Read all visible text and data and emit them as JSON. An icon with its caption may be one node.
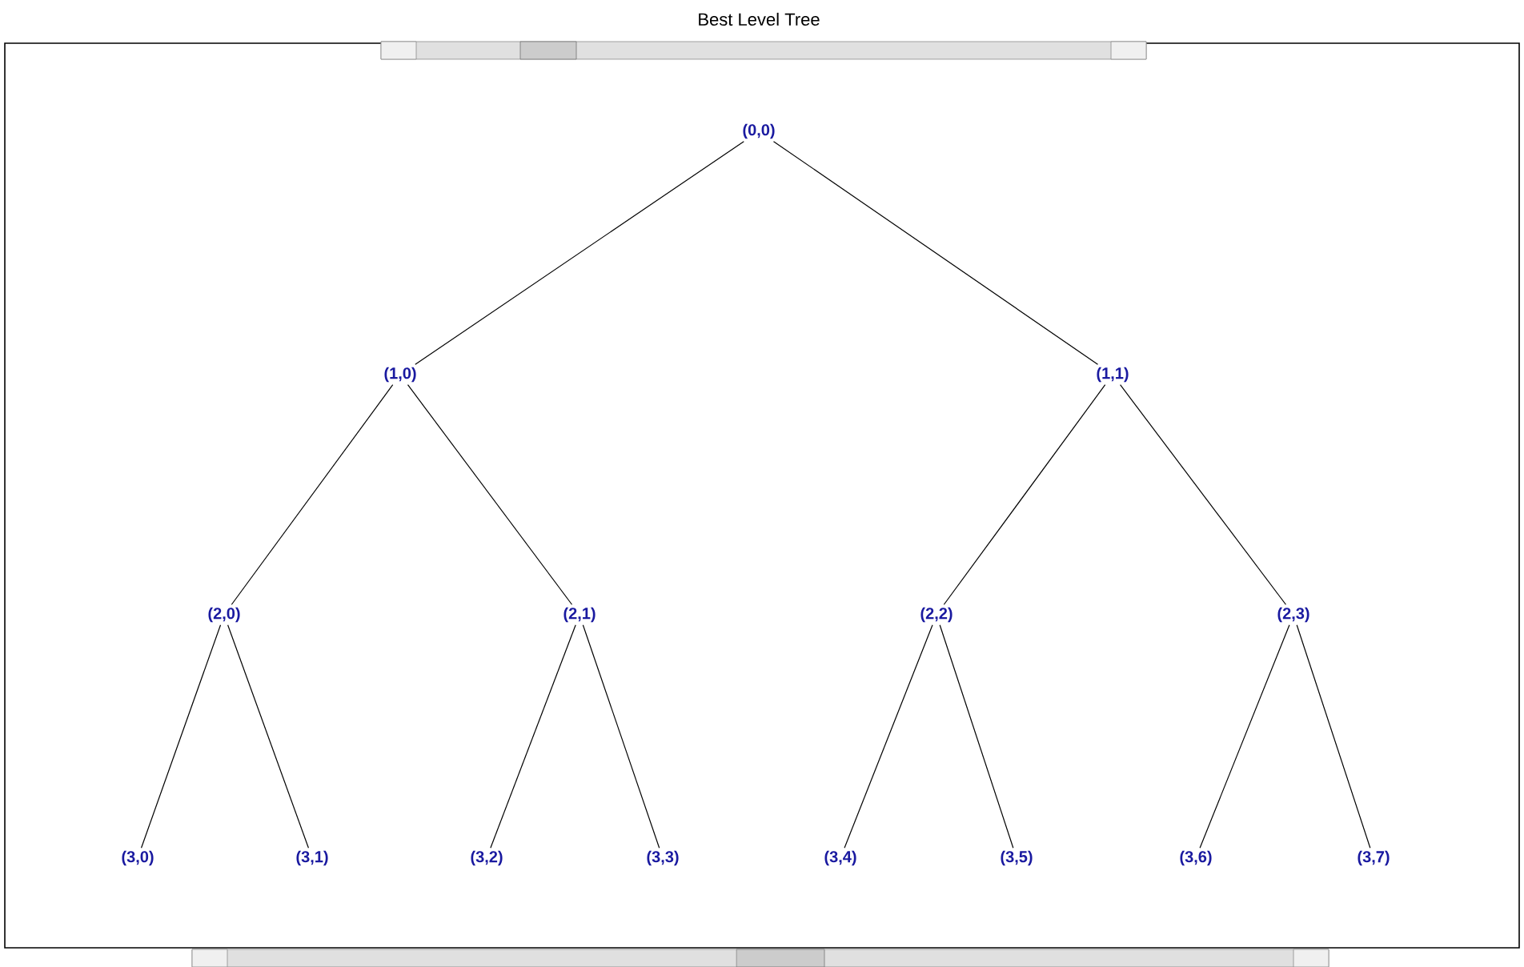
{
  "diagram": {
    "title": "Best Level Tree",
    "nodes": [
      {
        "text": [
          "(0,0)"
        ]
      },
      {
        "text": [
          "(1,0)"
        ]
      },
      {
        "text": [
          "(1,1)"
        ]
      },
      {
        "text": [
          "(2,0)"
        ]
      },
      {
        "text": [
          "(2,1)"
        ]
      },
      {
        "text": [
          "(2,2)"
        ]
      },
      {
        "text": [
          "(2,3)"
        ]
      },
      {
        "text": [
          "(3,0)"
        ]
      },
      {
        "text": [
          "(3,1)"
        ]
      },
      {
        "text": [
          "(3,2)"
        ]
      },
      {
        "text": [
          "(3,3)"
        ]
      },
      {
        "text": [
          "(3,4)"
        ]
      },
      {
        "text": [
          "(3,5)"
        ]
      },
      {
        "text": [
          "(3,6)"
        ]
      },
      {
        "text": [
          "(3,7)"
        ]
      }
    ],
    "edges": [
      {
        "from": 0,
        "to": 1,
        "arrow": "none"
      },
      {
        "from": 0,
        "to": 2,
        "arrow": "none"
      },
      {
        "from": 1,
        "to": 3,
        "arrow": "none"
      },
      {
        "from": 1,
        "to": 4,
        "arrow": "none"
      },
      {
        "from": 2,
        "to": 5,
        "arrow": "none"
      },
      {
        "from": 2,
        "to": 6,
        "arrow": "none"
      },
      {
        "from": 3,
        "to": 7,
        "arrow": "none"
      },
      {
        "from": 3,
        "to": 8,
        "arrow": "none"
      },
      {
        "from": 4,
        "to": 9,
        "arrow": "none"
      },
      {
        "from": 4,
        "to": 10,
        "arrow": "none"
      },
      {
        "from": 5,
        "to": 11,
        "arrow": "none"
      },
      {
        "from": 5,
        "to": 12,
        "arrow": "none"
      },
      {
        "from": 6,
        "to": 13,
        "arrow": "none"
      },
      {
        "from": 6,
        "to": 14,
        "arrow": "none"
      }
    ]
  }
}
